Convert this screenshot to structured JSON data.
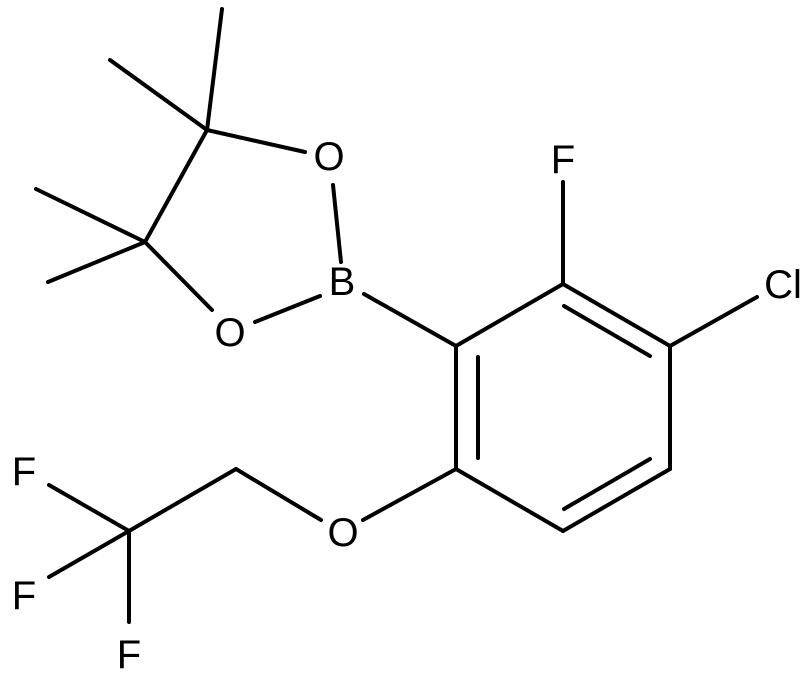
{
  "molecule": {
    "atoms": {
      "o_ring_top": "O",
      "b": "B",
      "o_ring_bottom": "O",
      "f_aryl": "F",
      "cl": "Cl",
      "o_ether": "O",
      "f_cf3_1": "F",
      "f_cf3_2": "F",
      "f_cf3_3": "F"
    }
  }
}
